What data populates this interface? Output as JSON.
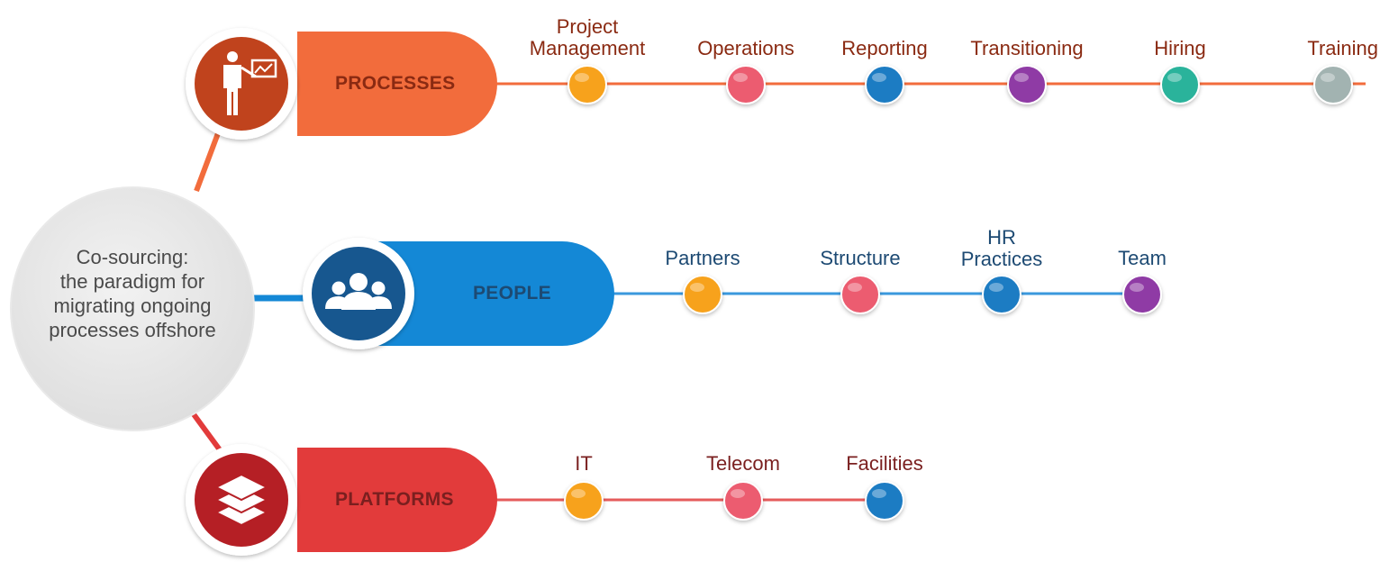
{
  "center": {
    "lines": [
      "Co-sourcing:",
      "the paradigm for",
      "migrating ongoing",
      "processes offshore"
    ]
  },
  "branches": [
    {
      "label": "PROCESSES",
      "icon": "presenter-icon",
      "color": "#f26c3c",
      "icon_color": "#c0431d",
      "line_color": "#f26c3c",
      "text_color": "#8a2a12",
      "nodes": [
        {
          "label": [
            "Project",
            "Management"
          ],
          "color": "#f7a21c"
        },
        {
          "label": [
            "Operations"
          ],
          "color": "#ec5c70"
        },
        {
          "label": [
            "Reporting"
          ],
          "color": "#1f7cc3"
        },
        {
          "label": [
            "Transitioning"
          ],
          "color": "#8f3aa5"
        },
        {
          "label": [
            "Hiring"
          ],
          "color": "#2bb39b"
        },
        {
          "label": [
            "Training"
          ],
          "color": "#a2b3b1"
        }
      ]
    },
    {
      "label": "PEOPLE",
      "icon": "people-icon",
      "color": "#1488d6",
      "icon_color": "#17578f",
      "line_color": "#3a98dd",
      "text_color": "#1d4a73",
      "nodes": [
        {
          "label": [
            "Partners"
          ],
          "color": "#f7a21c"
        },
        {
          "label": [
            "Structure"
          ],
          "color": "#ec5c70"
        },
        {
          "label": [
            "HR",
            "Practices"
          ],
          "color": "#1f7cc3"
        },
        {
          "label": [
            "Team"
          ],
          "color": "#8f3aa5"
        }
      ]
    },
    {
      "label": "PLATFORMS",
      "icon": "layers-icon",
      "color": "#e23b3b",
      "icon_color": "#b51f25",
      "line_color": "#e55b5b",
      "text_color": "#7a1f1f",
      "nodes": [
        {
          "label": [
            "IT"
          ],
          "color": "#f7a21c"
        },
        {
          "label": [
            "Telecom"
          ],
          "color": "#ec5c70"
        },
        {
          "label": [
            "Facilities"
          ],
          "color": "#1f7cc3"
        }
      ]
    }
  ]
}
